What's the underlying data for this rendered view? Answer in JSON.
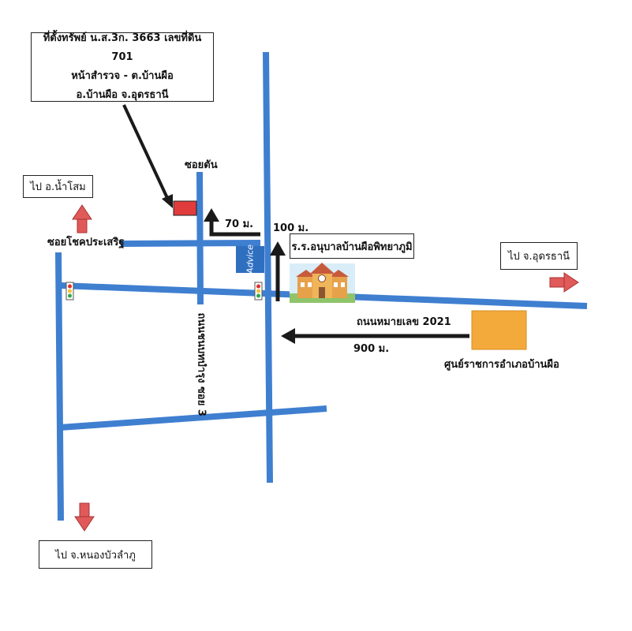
{
  "title_box": {
    "line1": "ที่ตั้งทรัพย์ น.ส.3ก. 3663 เลขที่ดิน 701",
    "line2": "หน้าสำรวจ - ต.บ้านผือ",
    "line3": "อ.บ้านผือ จ.อุดรธานี"
  },
  "destinations": {
    "nam_som": "ไป อ.น้ำโสม",
    "udon": "ไป จ.อุดรธานี",
    "nong_bua": "ไป จ.หนองบัวลำภู"
  },
  "roads": {
    "soi_chok": "ซอยโชคประเสริฐ",
    "soi_ton": "ซอยตัน",
    "highway": "ถนนหมายเลข 2021",
    "side_road": "ถนนชนบทบำรุง ซอย 3"
  },
  "distances": {
    "d70": "70 ม.",
    "d100": "100 ม.",
    "d900": "900 ม."
  },
  "landmarks": {
    "school": "ร.ร.อนุบาลบ้านผือพิทยาภูมิ",
    "district_office": "ศูนย์ราชการอำเภอบ้านผือ",
    "advice": "Advice"
  },
  "colors": {
    "road": "#3f7fd0",
    "arrow_red": "#e05a5a",
    "property": "#e03c3c",
    "district": "#f4a93b",
    "advice": "#2f6fc0"
  }
}
